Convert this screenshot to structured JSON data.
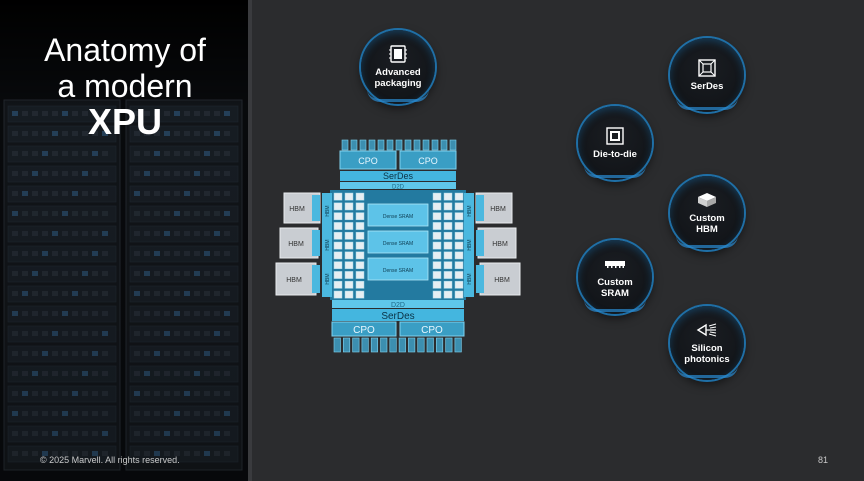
{
  "title": {
    "line1": "Anatomy of",
    "line2": "a modern",
    "line3": "XPU"
  },
  "footer": {
    "copyright": "© 2025 Marvell. All rights reserved.",
    "page_number": "81"
  },
  "chip": {
    "cpo_top": [
      "CPO",
      "CPO"
    ],
    "serdes_top": "SerDes",
    "d2d_top": "D2D",
    "sram_blocks": [
      "Dense SRAM",
      "Dense SRAM",
      "Dense SRAM"
    ],
    "d2d_bottom": "D2D",
    "serdes_bottom": "SerDes",
    "cpo_bottom": [
      "CPO",
      "CPO"
    ],
    "hbm_left": [
      "HBM",
      "HBM",
      "HBM"
    ],
    "hbm_right": [
      "HBM",
      "HBM",
      "HBM"
    ],
    "side_label": "HBM"
  },
  "bubbles": {
    "advanced_packaging": {
      "label_line1": "Advanced",
      "label_line2": "packaging",
      "icon": "chip-package-icon"
    },
    "serdes": {
      "label_line1": "SerDes",
      "label_line2": "",
      "icon": "serdes-chip-icon"
    },
    "die_to_die": {
      "label_line1": "Die-to-die",
      "label_line2": "",
      "icon": "die-icon"
    },
    "custom_hbm": {
      "label_line1": "Custom",
      "label_line2": "HBM",
      "icon": "memory-stack-icon"
    },
    "custom_sram": {
      "label_line1": "Custom",
      "label_line2": "SRAM",
      "icon": "memory-module-icon"
    },
    "silicon_photonics": {
      "label_line1": "Silicon",
      "label_line2": "photonics",
      "icon": "photonics-icon"
    }
  },
  "colors": {
    "accent": "#2a8ad0",
    "chip_cyan": "#3fb6e0",
    "chip_dark": "#1e6e90"
  }
}
